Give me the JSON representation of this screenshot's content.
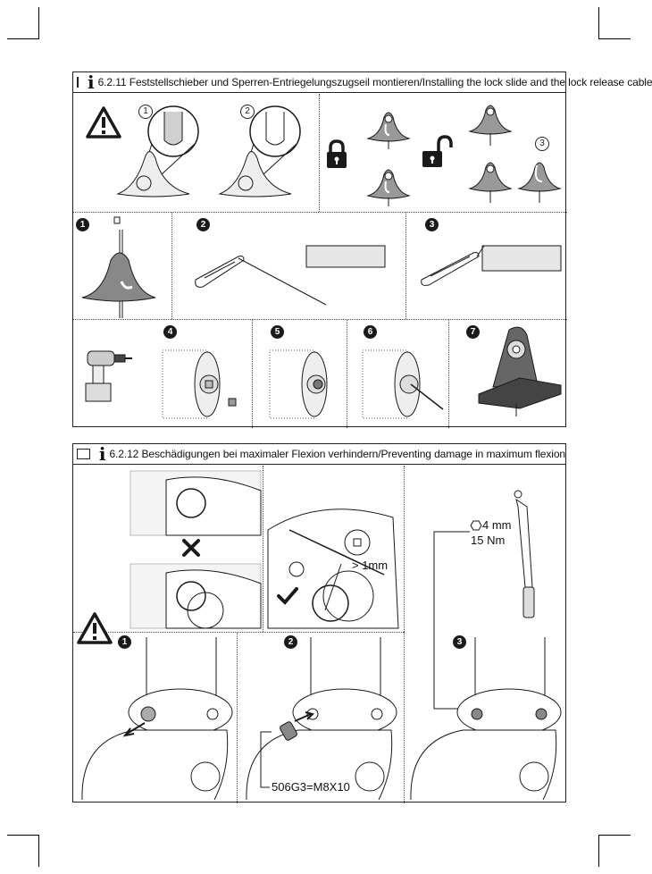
{
  "sections": [
    {
      "title": "6.2.11 Feststellschieber und Sperren-Entriegelungszugseil montieren/Installing the lock slide and the lock release cable",
      "circled_labels": [
        "1",
        "2",
        "3"
      ],
      "steps": [
        "1",
        "2",
        "3",
        "4",
        "5",
        "6",
        "7"
      ]
    },
    {
      "title": "6.2.12 Beschädigungen bei maximaler Flexion verhindern/Preventing damage in maximum flexion",
      "gap_label": "> 1mm",
      "tool_size": "4 mm",
      "torque": "15 Nm",
      "screw_label": "506G3=M8X10",
      "steps": [
        "1",
        "2",
        "3"
      ]
    }
  ],
  "icons": [
    "warning-icon",
    "info-icon",
    "lock-closed-icon",
    "lock-open-icon",
    "cross-mark-icon",
    "check-mark-icon",
    "hex-icon",
    "drill-icon",
    "torque-wrench-icon"
  ],
  "colors": {
    "ink": "#1a1a1a",
    "fill_gray": "#b8b8b8",
    "fill_light": "#e6e6e6"
  }
}
